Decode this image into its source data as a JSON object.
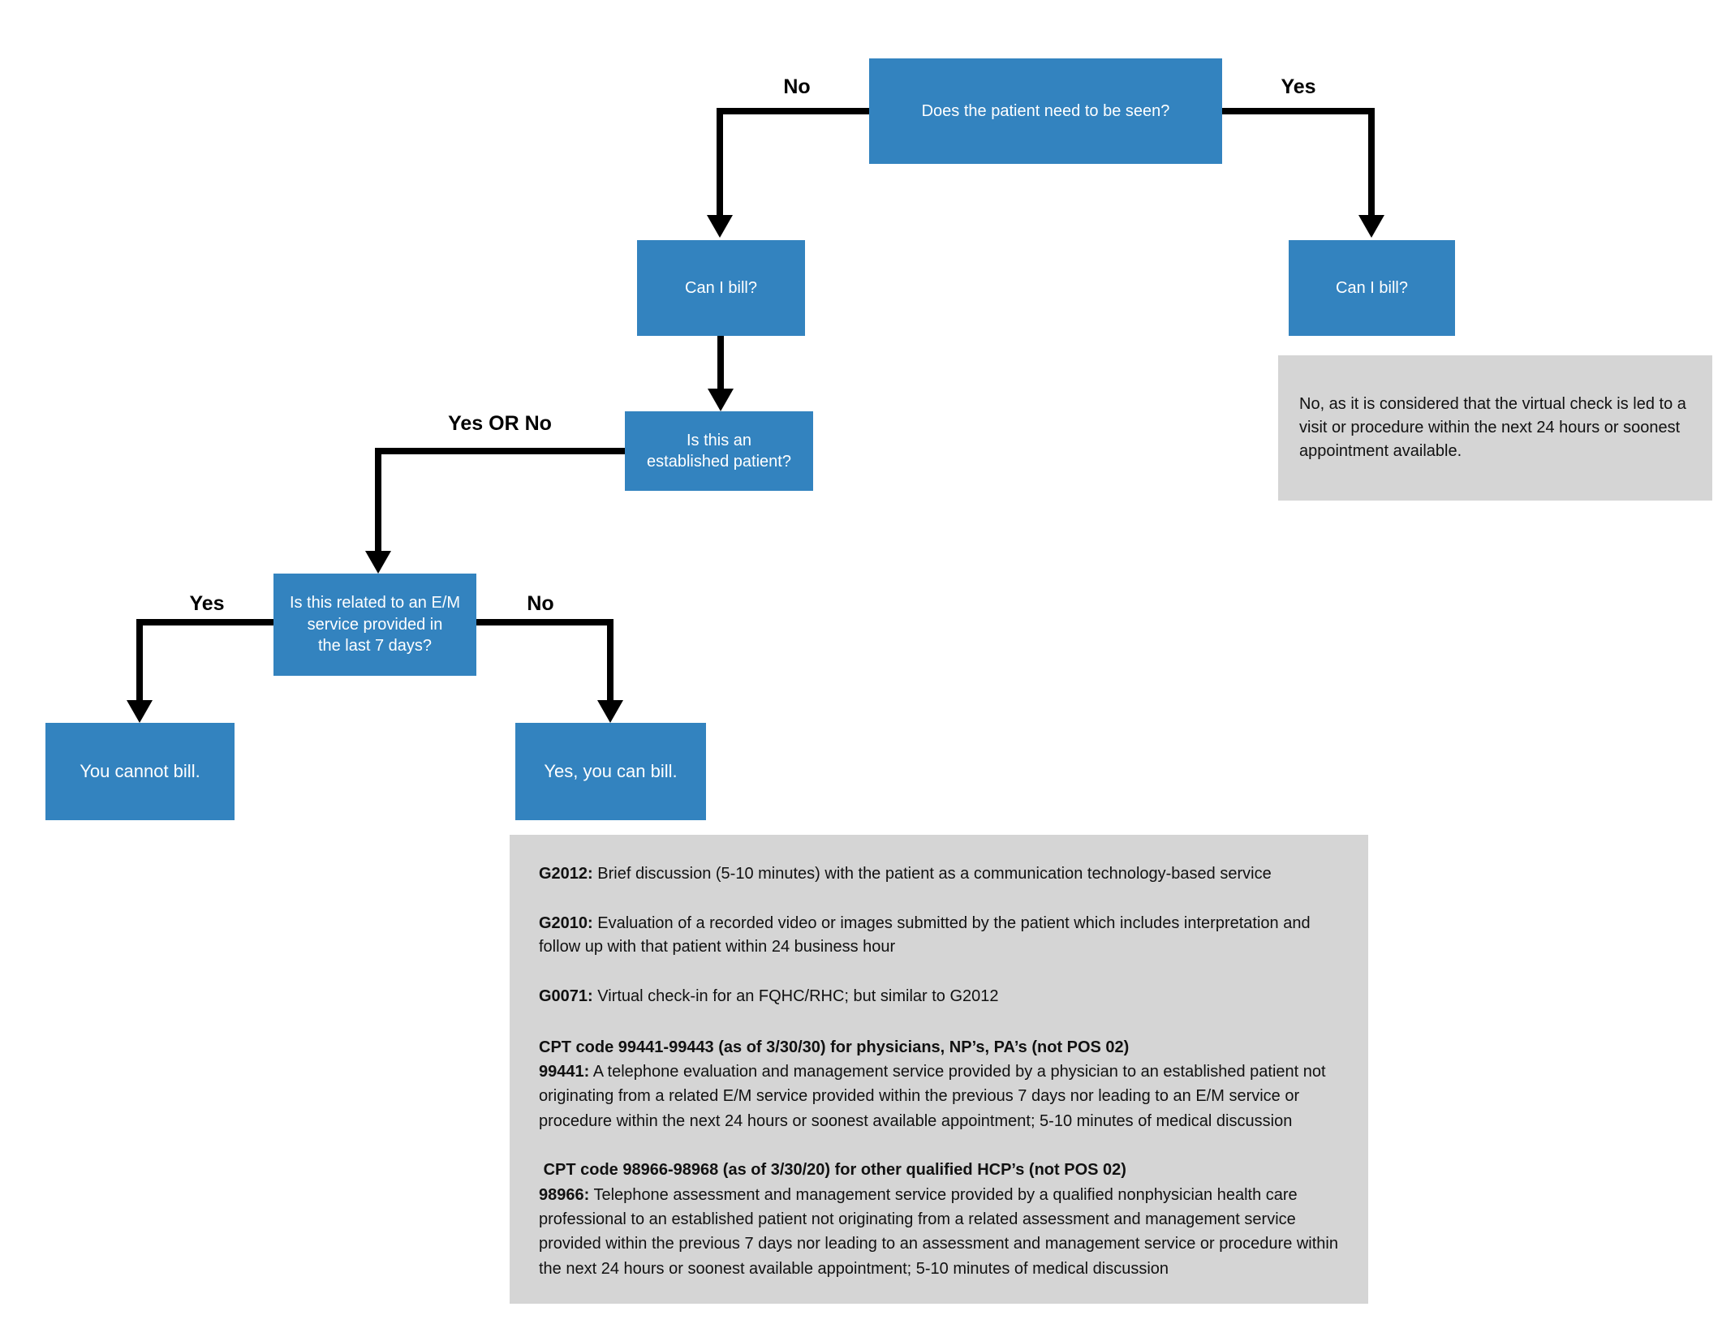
{
  "flowchart": {
    "nodes": {
      "root": {
        "label": "Does the patient need to be seen?"
      },
      "can_i_bill_left": {
        "label": "Can I bill?"
      },
      "can_i_bill_right": {
        "label": "Can I bill?"
      },
      "established": {
        "label": "Is this an\nestablished patient?"
      },
      "em_service": {
        "label": "Is this related to an E/M\nservice provided in\nthe last 7 days?"
      },
      "cannot_bill": {
        "label": "You cannot bill."
      },
      "can_bill": {
        "label": "Yes, you can bill."
      }
    },
    "edge_labels": {
      "no_top": "No",
      "yes_top": "Yes",
      "yes_or_no": "Yes OR No",
      "yes_left": "Yes",
      "no_right": "No"
    },
    "note_right": {
      "text": "No, as it is considered that the virtual check is led to a visit or procedure within the next 24 hours or soonest appointment available."
    },
    "codes_panel": {
      "items": [
        {
          "bold": "G2012:",
          "text": " Brief discussion (5-10 minutes) with the patient as a communication technology-based service"
        },
        {
          "bold": "G2010:",
          "text": " Evaluation of a recorded video or images submitted by the patient which includes interpretation and follow up with that patient within 24 business hour"
        },
        {
          "bold": "G0071:",
          "text": " Virtual check-in for an FQHC/RHC; but similar to G2012"
        },
        {
          "heading": "CPT code 99441-99443 (as of 3/30/30) for physicians, NP’s, PA’s (not POS 02)",
          "bold": "99441:",
          "text": " A telephone evaluation and management service provided by a physician to an established patient not originating from a related E/M service provided within the previous 7 days nor leading to an E/M service or procedure within the next 24 hours or soonest available appointment; 5-10 minutes of medical discussion"
        },
        {
          "heading": " CPT code 98966-98968 (as of 3/30/20) for other qualified HCP’s (not POS 02)",
          "bold": "98966:",
          "text": " Telephone assessment and management service provided by a qualified nonphysician health care professional to an established patient not originating from a related assessment and management service provided within the previous 7 days nor leading to an assessment and management service or procedure within the next 24 hours or soonest available appointment; 5-10 minutes of medical discussion"
        }
      ]
    }
  },
  "colors": {
    "node_blue": "#3383bf",
    "panel_gray": "#d5d5d5",
    "line_black": "#000000",
    "node_text": "#ffffff",
    "body_text": "#111111"
  }
}
